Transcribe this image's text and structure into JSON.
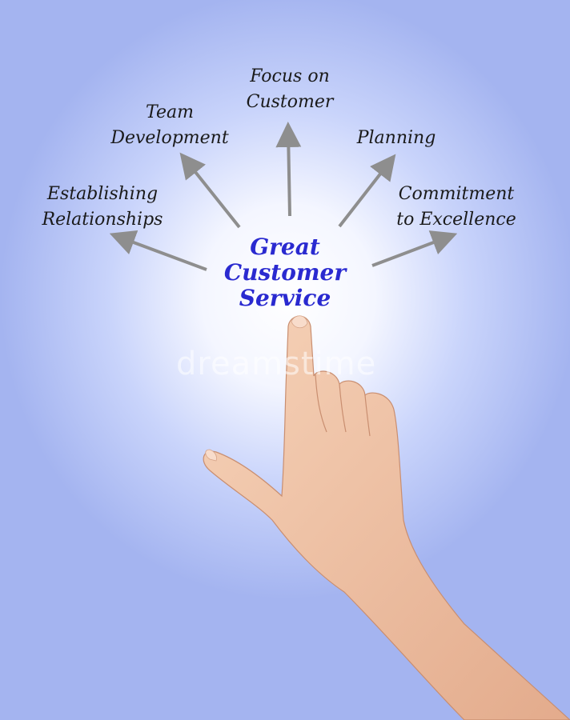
{
  "center": {
    "line1": "Great",
    "line2": "Customer",
    "line3": "Service",
    "color": "#2a2ad0"
  },
  "branches": [
    {
      "line1": "Establishing",
      "line2": "Relationships"
    },
    {
      "line1": "Team",
      "line2": "Development"
    },
    {
      "line1": "Focus on",
      "line2": "Customer"
    },
    {
      "line1": "Planning",
      "line2": ""
    },
    {
      "line1": "Commitment",
      "line2": "to Excellence"
    }
  ],
  "watermark": "dreamstime",
  "colors": {
    "arrow": "#8e8e8e",
    "background": "#a4b4f0",
    "skin": "#f0c2a3"
  }
}
